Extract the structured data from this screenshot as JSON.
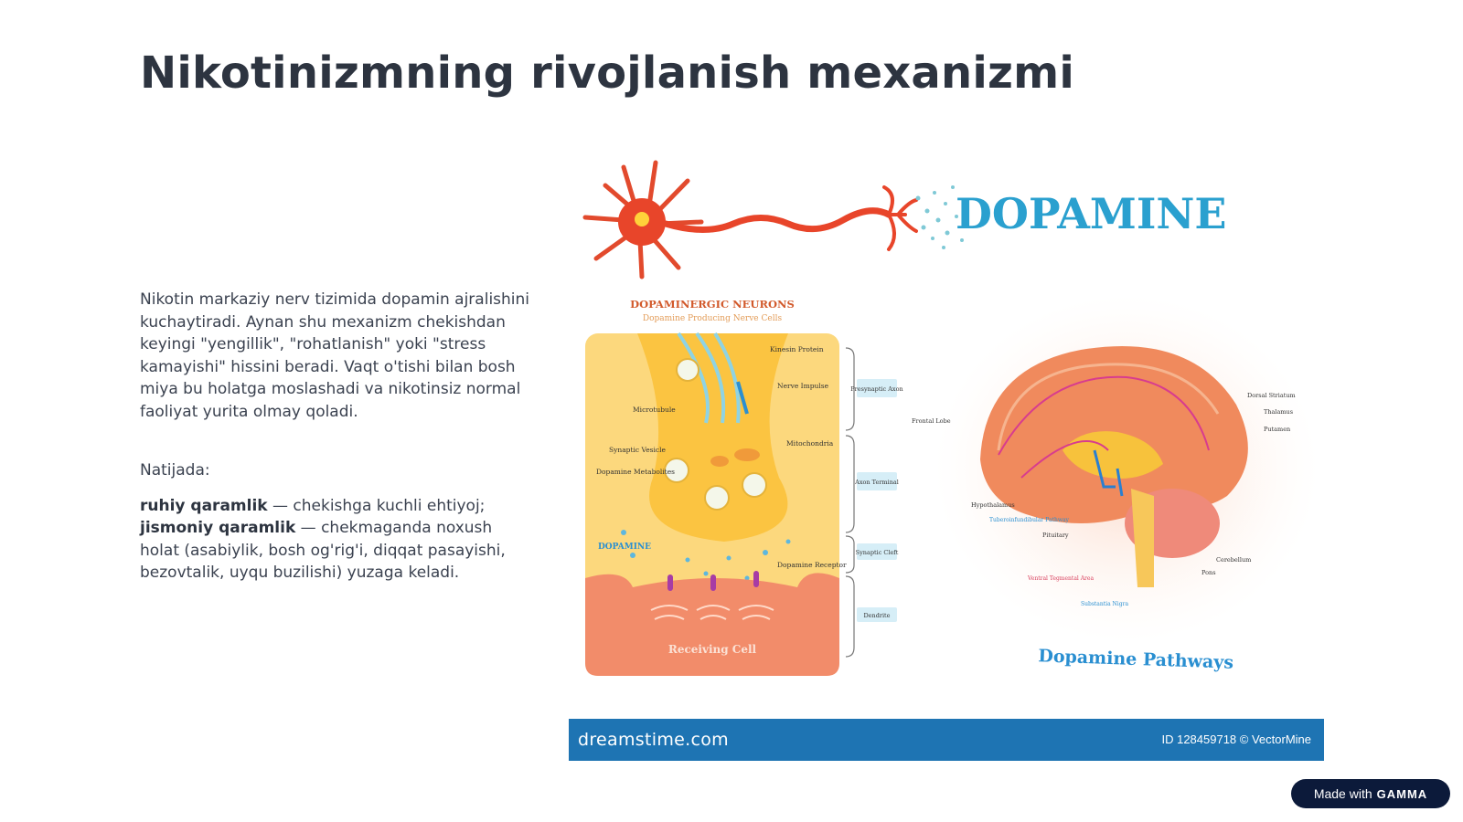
{
  "slide": {
    "title": "Nikotinizmning rivojlanish mexanizmi",
    "paragraph": "Nikotin markaziy nerv tizimida dopamin ajralishini kuchaytiradi. Aynan shu mexanizm chekishdan keyingi \"yengillik\", \"rohatlanish\" yoki \"stress kamayishi\" hissini beradi. Vaqt o'tishi bilan bosh miya bu holatga moslashadi va nikotinsiz normal faoliyat yurita olmay qoladi.",
    "result_heading": "Natijada:",
    "effects": [
      {
        "term": "ruhiy qaramlik",
        "desc": " — chekishga kuchli ehtiyoj;"
      },
      {
        "term": "jismoniy qaramlik",
        "desc": " — chekmaganda noxush holat (asabiylik, bosh og'rig'i, diqqat pasayishi, bezovtalik, uyqu buzilishi) yuzaga keladi."
      }
    ]
  },
  "figure": {
    "header": "DOPAMINE",
    "panel_title": "DOPAMINERGIC NEURONS",
    "panel_subtitle": "Dopamine Producing Nerve Cells",
    "pathways_title": "Dopamine Pathways",
    "synapse_labels": {
      "kinesin": "Kinesin Protein",
      "nerve_impulse": "Nerve Impulse",
      "microtubule": "Microtubule",
      "mitochondria": "Mitochondria",
      "synaptic_vesicle": "Synaptic Vesicle",
      "metabolites": "Dopamine Metabolites",
      "dopamine": "DOPAMINE",
      "receptor": "Dopamine Receptor",
      "receiving_cell": "Receiving Cell"
    },
    "bracket_labels": [
      "Presynaptic Axon",
      "Axon Terminal",
      "Synaptic Cleft",
      "Dendrite"
    ],
    "brain_labels": {
      "frontal_lobe": "Frontal Lobe",
      "dorsal_striatum": "Dorsal Striatum",
      "thalamus": "Thalamus",
      "putamen": "Putamen",
      "hypothalamus": "Hypothalamus",
      "tuberoinfundibular": "Tuberoinfundibular Pathway",
      "pituitary": "Pituitary",
      "cerebellum": "Cerebellum",
      "pons": "Pons",
      "vta": "Ventral Tegmental Area",
      "substantia_nigra": "Substantia Nigra"
    },
    "watermark": {
      "logo": "dreamstime.com",
      "id": "ID 128459718 © VectorMine"
    }
  },
  "badge": {
    "prefix": "Made with",
    "brand": "GAMMA"
  }
}
